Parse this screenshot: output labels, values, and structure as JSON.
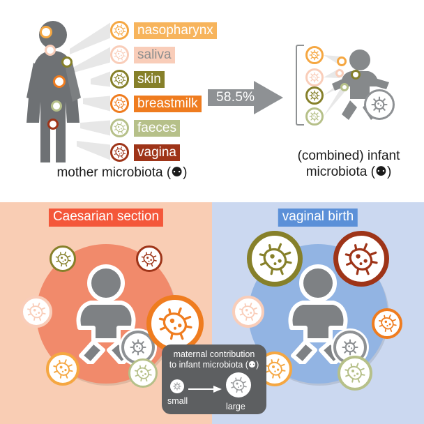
{
  "figure": {
    "top": {
      "mother_caption": "mother microbiota (⚉)",
      "infant_caption_line1": "(combined) infant",
      "infant_caption_line2": "microbiota (⚉)",
      "transfer_percent": "58.5%",
      "sources": [
        {
          "name": "nasopharynx",
          "label": "nasopharynx",
          "color": "#F5A742",
          "label_bg": "#F7B45C",
          "label_color": "#ffffff"
        },
        {
          "name": "saliva",
          "label": "saliva",
          "color": "#F9CDB9",
          "label_bg": "#F9CDB9",
          "label_color": "#8E8E8E"
        },
        {
          "name": "skin",
          "label": "skin",
          "color": "#86802A",
          "label_bg": "#86802A",
          "label_color": "#ffffff"
        },
        {
          "name": "breastmilk",
          "label": "breastmilk",
          "color": "#EF7C1F",
          "label_bg": "#EF7C1F",
          "label_color": "#ffffff"
        },
        {
          "name": "faeces",
          "label": "faeces",
          "color": "#B6C089",
          "label_bg": "#B6C089",
          "label_color": "#ffffff"
        },
        {
          "name": "vagina",
          "label": "vagina",
          "color": "#9E3418",
          "label_bg": "#9E3418",
          "label_color": "#ffffff"
        }
      ],
      "infant_sources": [
        "nasopharynx",
        "saliva",
        "skin",
        "faeces"
      ],
      "arrow_color": "#8E9194",
      "figure_color": "#6E7174"
    },
    "bottom": {
      "panels": [
        {
          "name": "caesarian",
          "title": "Caesarian section",
          "title_bg": "#F4573A",
          "title_color": "#ffffff",
          "bg": "#F9CDB4",
          "disc": "#F18A6B",
          "orbits": [
            {
              "source": "skin",
              "color": "#86802A",
              "size": 38,
              "angle": 232
            },
            {
              "source": "vagina",
              "color": "#9E3418",
              "size": 38,
              "angle": 308
            },
            {
              "source": "breastmilk",
              "color": "#EF7C1F",
              "size": 82,
              "angle": 8
            },
            {
              "source": "faeces",
              "color": "#B6C089",
              "size": 42,
              "angle": 58
            },
            {
              "source": "nasopharynx",
              "color": "#F5A742",
              "size": 48,
              "angle": 128
            },
            {
              "source": "saliva",
              "color": "#F9CDB9",
              "size": 46,
              "angle": 182
            }
          ]
        },
        {
          "name": "vaginal",
          "title": "vaginal birth",
          "title_bg": "#5B90D8",
          "title_color": "#ffffff",
          "bg": "#CBD8F0",
          "disc": "#92B4E3",
          "orbits": [
            {
              "source": "skin",
              "color": "#86802A",
              "size": 80,
              "angle": 232
            },
            {
              "source": "vagina",
              "color": "#9E3418",
              "size": 80,
              "angle": 308
            },
            {
              "source": "breastmilk",
              "color": "#EF7C1F",
              "size": 44,
              "angle": 8
            },
            {
              "source": "faeces",
              "color": "#B6C089",
              "size": 50,
              "angle": 58
            },
            {
              "source": "nasopharynx",
              "color": "#F5A742",
              "size": 50,
              "angle": 128
            },
            {
              "source": "saliva",
              "color": "#F9CDB9",
              "size": 46,
              "angle": 182
            }
          ]
        }
      ],
      "legend": {
        "line1": "maternal contribution",
        "line2": "to infant microbiota (⚉)",
        "small_label": "small",
        "large_label": "large",
        "bg": "#5D5F61"
      }
    }
  }
}
